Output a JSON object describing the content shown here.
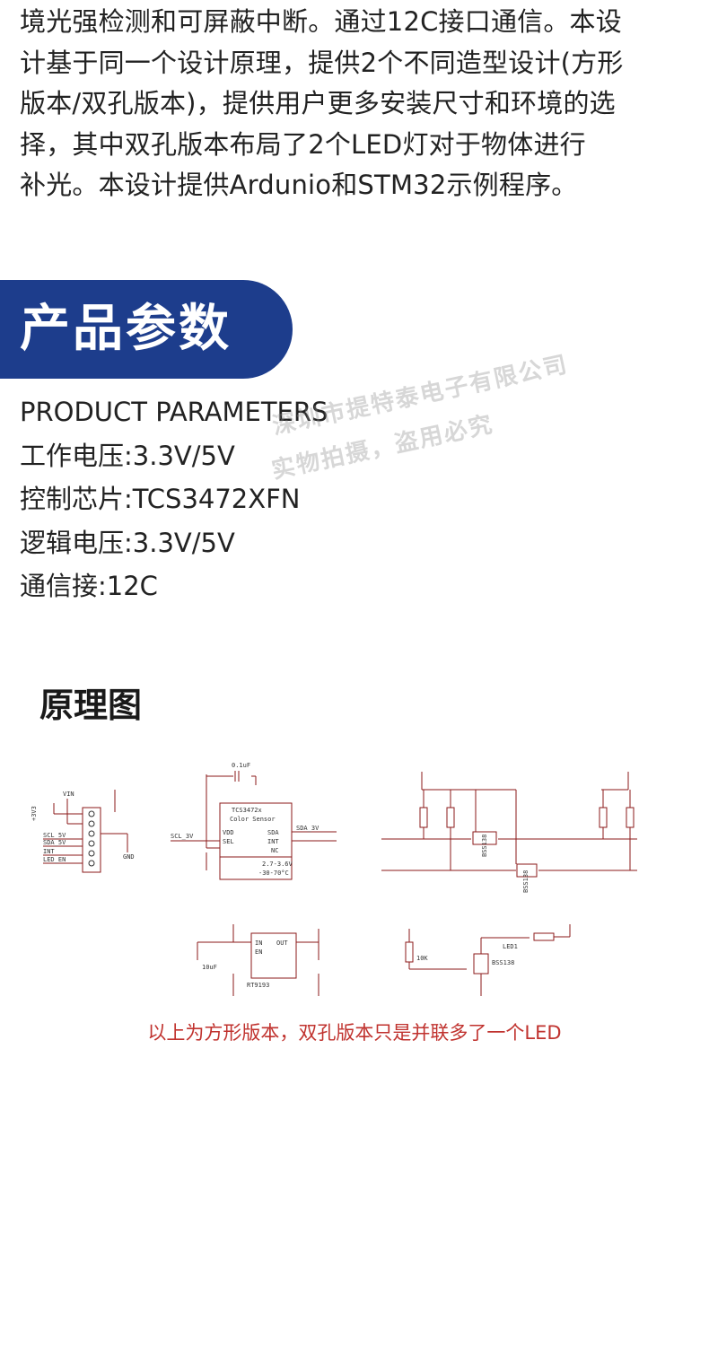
{
  "intro": {
    "lines": [
      "境光强检测和可屏蔽中断。通过12C接口通信。本设",
      "计基于同一个设计原理，提供2个不同造型设计(方形",
      "版本/双孔版本)，提供用户更多安装尺寸和环境的选",
      "择，其中双孔版本布局了2个LED灯对于物体进行",
      "补光。本设计提供Ardunio和STM32示例程序。"
    ]
  },
  "section": {
    "title": "产品参数",
    "subtitle": "PRODUCT PARAMETERS"
  },
  "params": [
    "工作电压:3.3V/5V",
    "控制芯片:TCS3472XFN",
    "逻辑电压:3.3V/5V",
    "通信接:12C"
  ],
  "watermark": {
    "line1": "深圳市提特泰电子有限公司",
    "line2": "实物拍摄，盗用必究"
  },
  "schematic": {
    "title": "原理图",
    "note": "以上为方形版本，双孔版本只是并联多了一个LED",
    "labels": {
      "vin": "VIN",
      "v33": "+3V3",
      "scl5": "SCL_5V",
      "sda5": "SDA_5V",
      "int": "INT",
      "led": "LED_EN",
      "gnd": "GND",
      "chip": "TCS3472x",
      "chip_sub": "Color Sensor",
      "vdd": "VDD",
      "sel": "SEL",
      "sda": "SDA",
      "intp": "INT",
      "nc": "NC",
      "scl3": "SCL_3V",
      "sda3": "SDA_3V",
      "vdd_rng": "2.7-3.6V",
      "temp": "-30-70°C",
      "reg": "RT9193",
      "in": "IN",
      "en": "EN",
      "out": "OUT",
      "c1": "0.1uF",
      "c3": "10uF",
      "mos": "BSS138",
      "mos2": "BSS138",
      "led_part": "LED1",
      "q": "BSS138",
      "r": "10K"
    }
  }
}
